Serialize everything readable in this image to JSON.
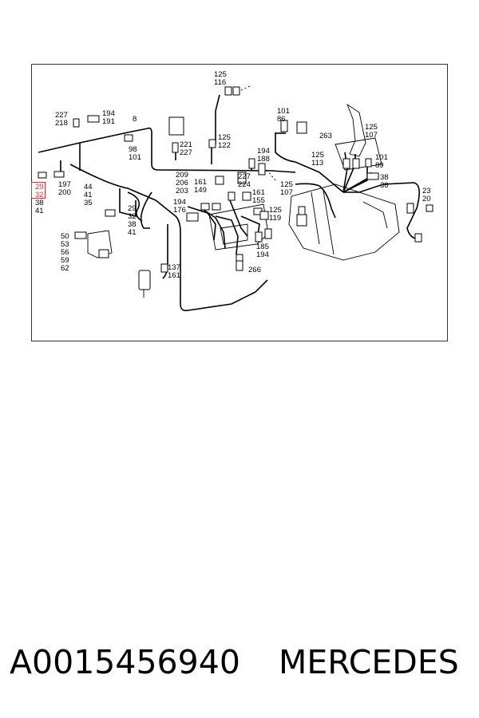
{
  "footer": {
    "part_number": "A0015456940",
    "brand": "MERCEDES"
  },
  "highlight_color": "#e03030",
  "callouts": [
    {
      "id": "c125_116",
      "lines": [
        "125",
        "116"
      ]
    },
    {
      "id": "c227_218",
      "lines": [
        "227",
        "218"
      ]
    },
    {
      "id": "c194_191",
      "lines": [
        "194",
        "191"
      ]
    },
    {
      "id": "c8",
      "lines": [
        "8"
      ]
    },
    {
      "id": "c101_86",
      "lines": [
        "101",
        "86"
      ]
    },
    {
      "id": "c263",
      "lines": [
        "263"
      ]
    },
    {
      "id": "c125_107a",
      "lines": [
        "125",
        "107"
      ]
    },
    {
      "id": "c98_101",
      "lines": [
        "98",
        "101"
      ]
    },
    {
      "id": "c221_227",
      "lines": [
        "221",
        "227"
      ]
    },
    {
      "id": "c125_122",
      "lines": [
        "125",
        "122"
      ]
    },
    {
      "id": "c194_188",
      "lines": [
        "194",
        "188"
      ]
    },
    {
      "id": "c125_113",
      "lines": [
        "125",
        "113"
      ]
    },
    {
      "id": "c101_89",
      "lines": [
        "101",
        "89"
      ]
    },
    {
      "id": "c38_36",
      "lines": [
        "38",
        "36"
      ]
    },
    {
      "id": "c29_32_38_41_left",
      "lines": [
        "29",
        "32",
        "38",
        "41"
      ],
      "highlight_count": 2
    },
    {
      "id": "c197_200",
      "lines": [
        "197",
        "200"
      ]
    },
    {
      "id": "c209_206_203",
      "lines": [
        "209",
        "206",
        "203"
      ]
    },
    {
      "id": "c161_149",
      "lines": [
        "161",
        "149"
      ]
    },
    {
      "id": "c227_224",
      "lines": [
        "227",
        "224"
      ]
    },
    {
      "id": "c161_155",
      "lines": [
        "161",
        "155"
      ]
    },
    {
      "id": "c125_107b",
      "lines": [
        "125",
        "107"
      ]
    },
    {
      "id": "c23_20",
      "lines": [
        "23",
        "20"
      ]
    },
    {
      "id": "c44_41_35",
      "lines": [
        "44",
        "41",
        "35"
      ]
    },
    {
      "id": "c194_176",
      "lines": [
        "194",
        "176"
      ]
    },
    {
      "id": "c125_119",
      "lines": [
        "125",
        "119"
      ]
    },
    {
      "id": "c50_62",
      "lines": [
        "50",
        "53",
        "56",
        "59",
        "62"
      ]
    },
    {
      "id": "c29_32_38_41_mid",
      "lines": [
        "29",
        "32",
        "38",
        "41"
      ]
    },
    {
      "id": "c185_194",
      "lines": [
        "185",
        "194"
      ]
    },
    {
      "id": "c137_161",
      "lines": [
        "137",
        "161"
      ]
    },
    {
      "id": "c266",
      "lines": [
        "266"
      ]
    }
  ]
}
